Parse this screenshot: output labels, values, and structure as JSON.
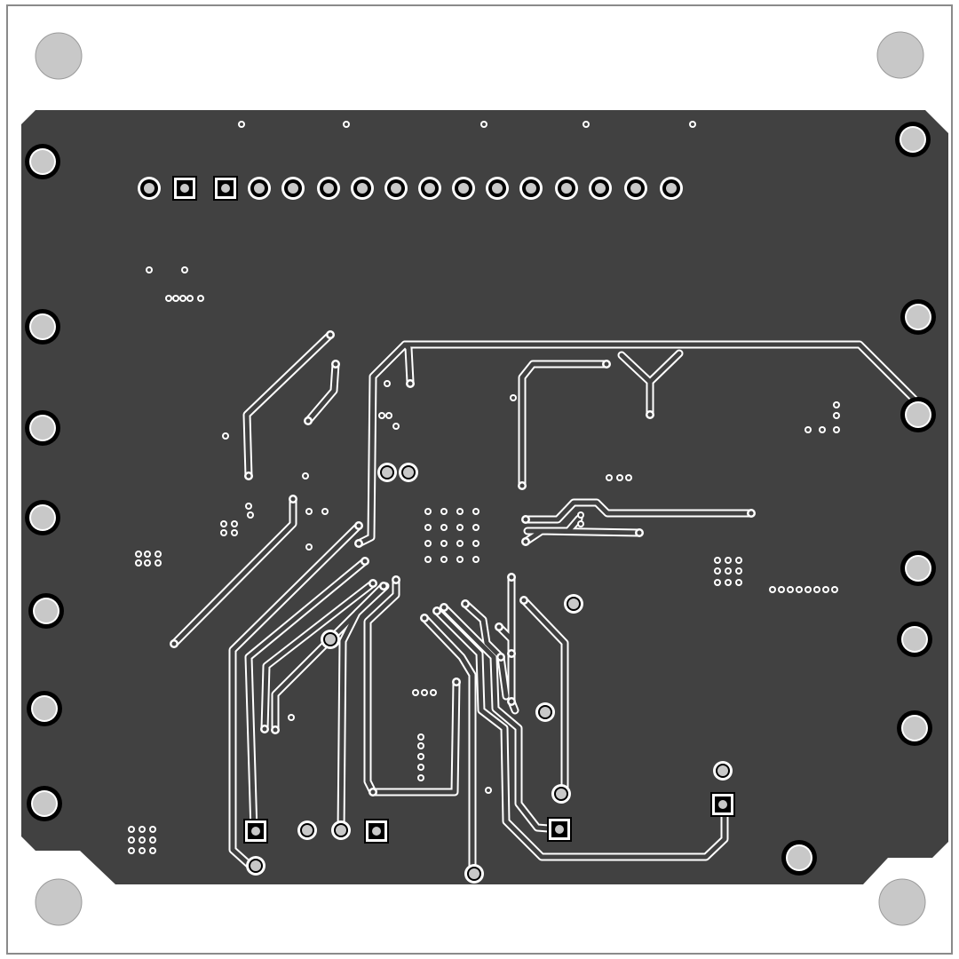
{
  "diagram": {
    "kind": "pcb-bottom-layer-artwork",
    "colors": {
      "page": "#ffffff",
      "board_outline": "#8a8a8a",
      "copper": "#414141",
      "trace_clearance": "#ffffff",
      "trace": "#414141",
      "mounting_hole": "#c8c8c8",
      "pad_ring": "#000000"
    },
    "elements": {
      "mounting_holes": 4,
      "edge_pads_left": 7,
      "edge_pads_right": 7,
      "header_pins": 16,
      "square_pads_bottom": 4
    }
  }
}
